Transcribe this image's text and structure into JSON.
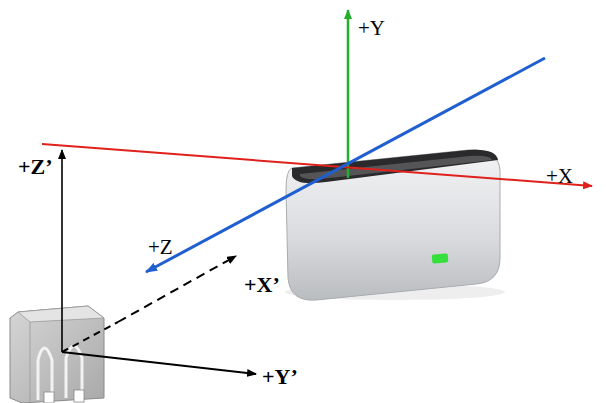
{
  "diagram": {
    "labels": [
      "+Y",
      "+X",
      "+Z",
      "+Z’",
      "+X’",
      "+Y’"
    ]
  }
}
